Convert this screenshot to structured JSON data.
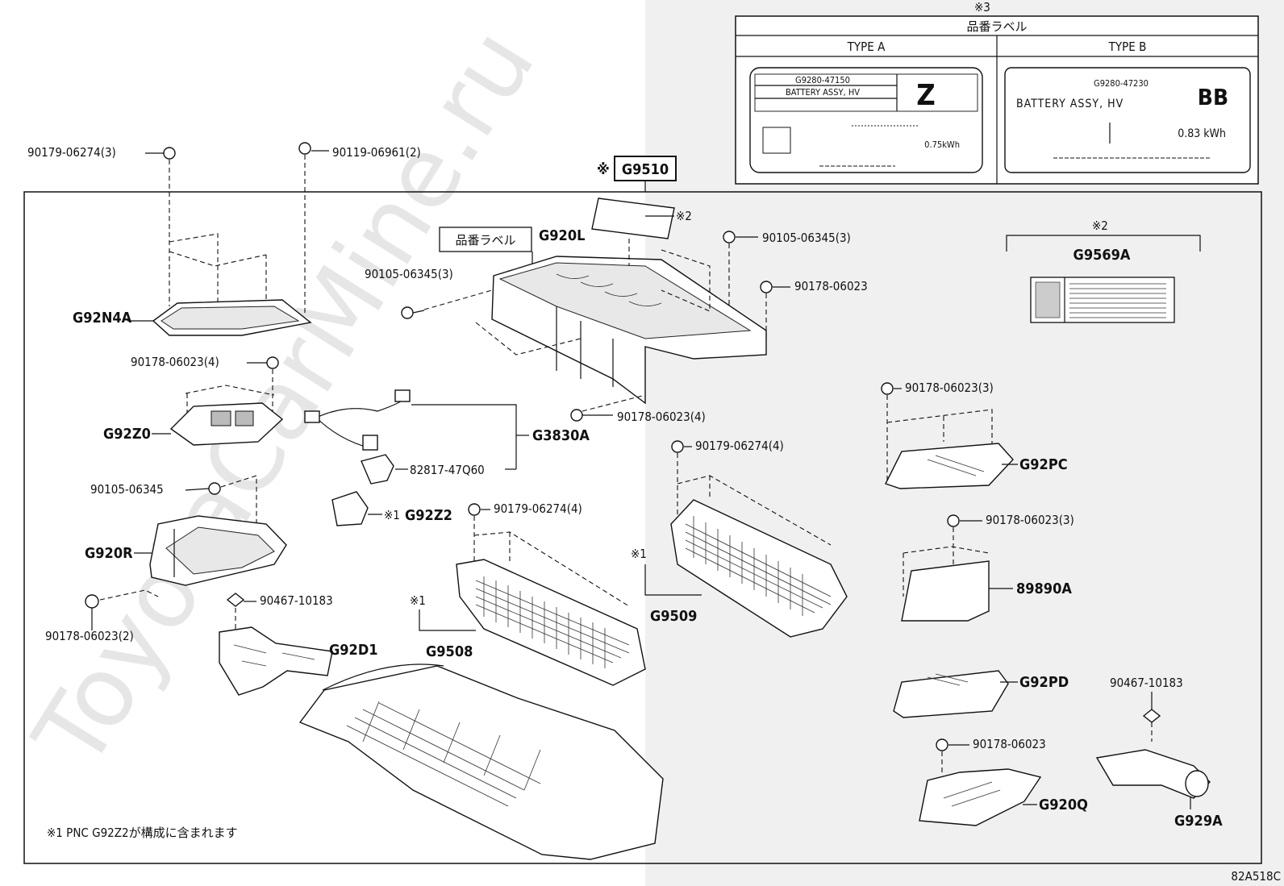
{
  "watermark": "ToyotaCarMine.ru",
  "diagram_code": "82A518C",
  "footnote": "※1 PNC G92Z2が構成に含まれます",
  "label_table": {
    "note_mark": "※3",
    "title": "品番ラベル",
    "type_a": {
      "header": "TYPE A",
      "part_no": "G9280-47150",
      "name": "BATTERY ASSY, HV",
      "code": "Z",
      "capacity": "0.75kWh"
    },
    "type_b": {
      "header": "TYPE B",
      "part_no": "G9280-47230",
      "name": "BATTERY ASSY, HV",
      "code": "BB",
      "capacity": "0.83 kWh"
    }
  },
  "main_assembly": {
    "mark": "※",
    "code": "G9510"
  },
  "label_callout": "品番ラベル",
  "warning_label": {
    "mark": "※2",
    "code": "G9569A"
  },
  "note2": "※2",
  "note1a": "※1",
  "note1b": "※1",
  "note1c": "※1",
  "parts": {
    "p1": "G92N4A",
    "p2": "G920L",
    "p3": "G92Z0",
    "p4": "G3830A",
    "p5": "G920R",
    "p6": "G92Z2",
    "p7": "G92D1",
    "p8": "G9508",
    "p9": "G9509",
    "p10": "G92PC",
    "p11": "89890A",
    "p12": "G92PD",
    "p13": "G920Q",
    "p14": "G929A"
  },
  "bolts": {
    "b1": "90179-06274(3)",
    "b2": "90119-06961(2)",
    "b3": "90105-06345(3)",
    "b4": "90178-06023",
    "b5": "90105-06345(3)",
    "b6": "90178-06023(4)",
    "b7": "90178-06023(4)",
    "b8": "82817-47Q60",
    "b9": "90105-06345",
    "b10": "90179-06274(4)",
    "b11": "90179-06274(4)",
    "b12": "90467-10183",
    "b13": "90178-06023(2)",
    "b14": "90178-06023(3)",
    "b15": "90178-06023(3)",
    "b16": "90467-10183",
    "b17": "90178-06023"
  }
}
